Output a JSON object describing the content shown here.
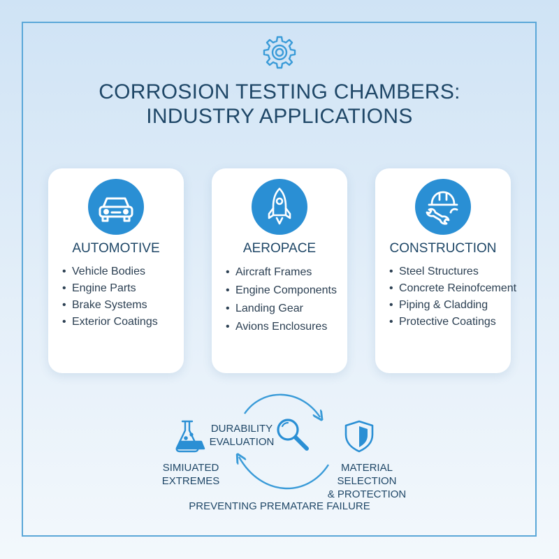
{
  "title": {
    "line1": "CORROSION TESTING CHAMBERS:",
    "line2": "INDUSTRY APPLICATIONS"
  },
  "cards": [
    {
      "heading": "AUTOMOTIVE",
      "icon": "car-icon",
      "items": [
        "Vehicle Bodies",
        "Engine Parts",
        "Brake Systems",
        "Exterior Coatings"
      ]
    },
    {
      "heading": "AEROPACE",
      "icon": "rocket-icon",
      "items": [
        "Aircraft Frames",
        "Engine Components",
        "Landing Gear",
        "Avions Enclosures"
      ]
    },
    {
      "heading": "CONSTRUCTION",
      "icon": "hardhat-wrench-icon",
      "items": [
        "Steel Structures",
        "Concrete Reinofcement",
        "Piping & Cladding",
        "Protective Coatings"
      ]
    }
  ],
  "cycle": {
    "durability": [
      "DURABILITY",
      "EVALUATION"
    ],
    "simulated": [
      "SIMIUATED",
      "EXTREMES"
    ],
    "material": [
      "MATERIAL SELECTION",
      "& PROTECTION"
    ],
    "footer": "PREVENTING PREMATARE FAILURE"
  },
  "colors": {
    "accent": "#2a8fd4",
    "title": "#1f4767",
    "frame": "#5aa7d8"
  }
}
